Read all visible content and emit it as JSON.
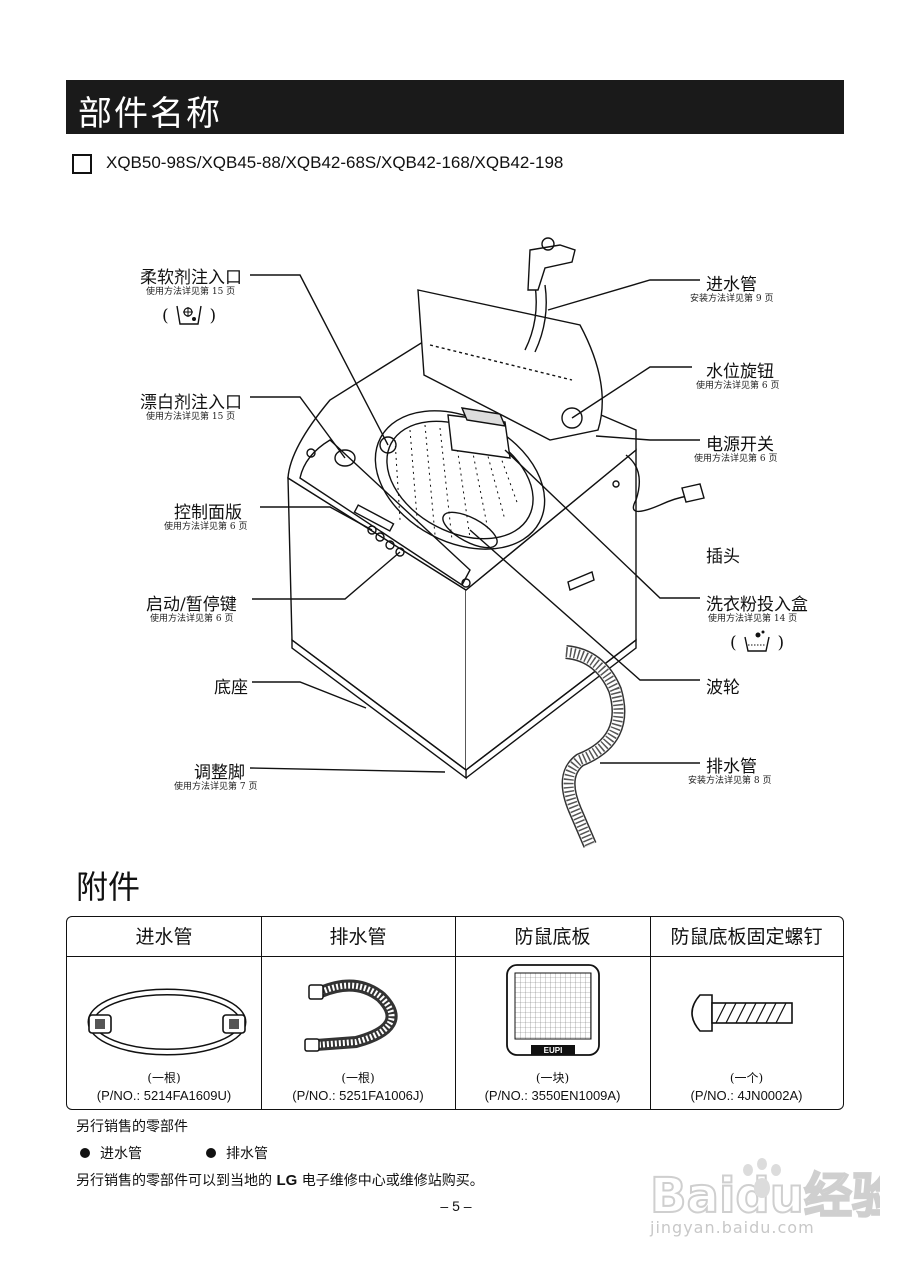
{
  "header": {
    "title": "部件名称"
  },
  "models": "XQB50-98S/XQB45-88/XQB42-68S/XQB42-168/XQB42-198",
  "parts": {
    "softener": {
      "label": "柔软剂注入口",
      "note": "使用方法详见第 15 页"
    },
    "bleach": {
      "label": "漂白剂注入口",
      "note": "使用方法详见第 15 页"
    },
    "control_panel": {
      "label": "控制面版",
      "note": "使用方法详见第 6 页"
    },
    "start_pause": {
      "label": "启动/暂停键",
      "note": "使用方法详见第 6 页"
    },
    "base": {
      "label": "底座"
    },
    "leveling_foot": {
      "label": "调整脚",
      "note": "使用方法详见第 7 页"
    },
    "inlet_hose": {
      "label": "进水管",
      "note": "安装方法详见第 9 页"
    },
    "water_knob": {
      "label": "水位旋钮",
      "note": "使用方法详见第 6 页"
    },
    "power_switch": {
      "label": "电源开关",
      "note": "使用方法详见第 6 页"
    },
    "plug": {
      "label": "插头"
    },
    "detergent_box": {
      "label": "洗衣粉投入盒",
      "note": "使用方法详见第 14 页"
    },
    "pulsator": {
      "label": "波轮"
    },
    "drain_hose": {
      "label": "排水管",
      "note": "安装方法详见第 8 页"
    }
  },
  "accessories": {
    "title": "附件",
    "items": [
      {
        "name": "进水管",
        "qty": "(一根)",
        "pn": "(P/NO.: 5214FA1609U)"
      },
      {
        "name": "排水管",
        "qty": "(一根)",
        "pn": "(P/NO.: 5251FA1006J)"
      },
      {
        "name": "防鼠底板",
        "qty": "(一块)",
        "pn": "(P/NO.: 3550EN1009A)"
      },
      {
        "name": "防鼠底板固定螺钉",
        "qty": "(一个)",
        "pn": "(P/NO.: 4JN0002A)"
      }
    ],
    "mat_label": "EUPI"
  },
  "footer": {
    "sold_separately": "另行销售的零部件",
    "bullets": [
      "进水管",
      "排水管"
    ],
    "buy_prefix": "另行销售的零部件可以到当地的",
    "brand": "LG",
    "buy_suffix": "电子维修中心或维修站购买。",
    "page": "– 5 –"
  },
  "watermark": {
    "logo": "Baidu经验",
    "url": "jingyan.baidu.com"
  }
}
